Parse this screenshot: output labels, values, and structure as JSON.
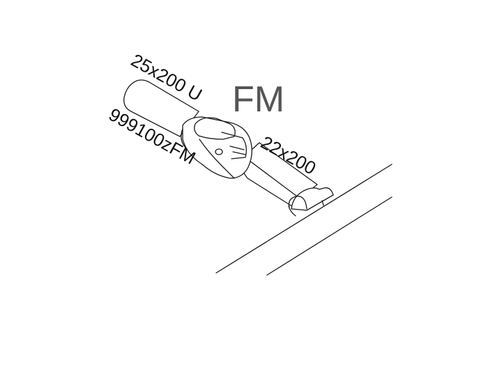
{
  "title": "FM",
  "labels": {
    "upper_tube": "25x200 U",
    "part_number": "999100zFM",
    "lower_tube": "22x200"
  },
  "colors": {
    "line": "#1a1a1a",
    "title": "#555555",
    "text": "#111111",
    "background": "#ffffff"
  }
}
